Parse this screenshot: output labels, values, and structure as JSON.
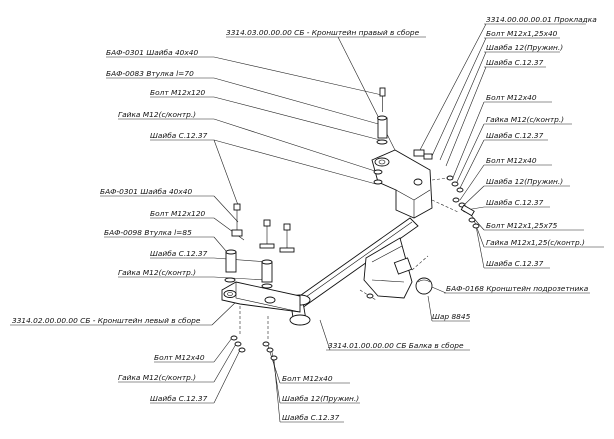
{
  "labels": {
    "top_bracket_right": "3314.03.00.00.00 СБ - Кронштейн правый в сборе",
    "top_gasket": "3314.00.00.00.01 Прокладка",
    "tr_bolt_m12x25x40": "Болт М12х1,25х40",
    "tr_washer_spring_1": "Шайба 12(Пружин.)",
    "tr_washer_c1237_1": "Шайба С.12.37",
    "l1_washer_40x40": "БАФ-0301 Шайба 40х40",
    "l1_sleeve_70": "БАФ-0083 Втулка l=70",
    "l1_bolt_m12x120": "Болт М12х120",
    "l1_nut_m12": "Гайка М12(с/контр.)",
    "l1_washer_c1237": "Шайба С.12.37",
    "r_bolt_m12x40_a": "Болт М12х40",
    "r_nut_m12_a": "Гайка М12(с/контр.)",
    "r_washer_c1237_a": "Шайба С.12.37",
    "r_bolt_m12x40_b": "Болт М12х40",
    "r_washer_spring_b": "Шайба 12(Пружин.)",
    "r_washer_c1237_b": "Шайба С.12.37",
    "r_bolt_m12x125x75": "Болт М12х1,25х75",
    "r_nut_m12x125": "Гайка М12х1,25(с/контр.)",
    "r_washer_c1237_c": "Шайба С.12.37",
    "l2_washer_40x40": "БАФ-0301 Шайба 40х40",
    "l2_bolt_m12x120": "Болт М12х120",
    "l2_sleeve_85": "БАФ-0098 Втулка l=85",
    "l2_washer_c1237": "Шайба С.12.37",
    "l2_nut_m12": "Гайка М12(с/контр.)",
    "ball_bracket": "БАФ-0168 Кронштейн подрозетника",
    "ball": "Шар 8845",
    "left_bracket": "3314.02.00.00.00 СБ - Кронштейн левый в сборе",
    "beam": "3314.01.00.00.00 СБ Балка в сборе",
    "bl_bolt_m12x40": "Болт М12х40",
    "bl_nut_m12": "Гайка М12(с/контр.)",
    "bl_washer_c1237": "Шайба С.12.37",
    "bm_bolt_m12x40": "Болт М12х40",
    "bm_washer_spring": "Шайба 12(Пружин.)",
    "bm_washer_c1237": "Шайба С.12.37"
  }
}
